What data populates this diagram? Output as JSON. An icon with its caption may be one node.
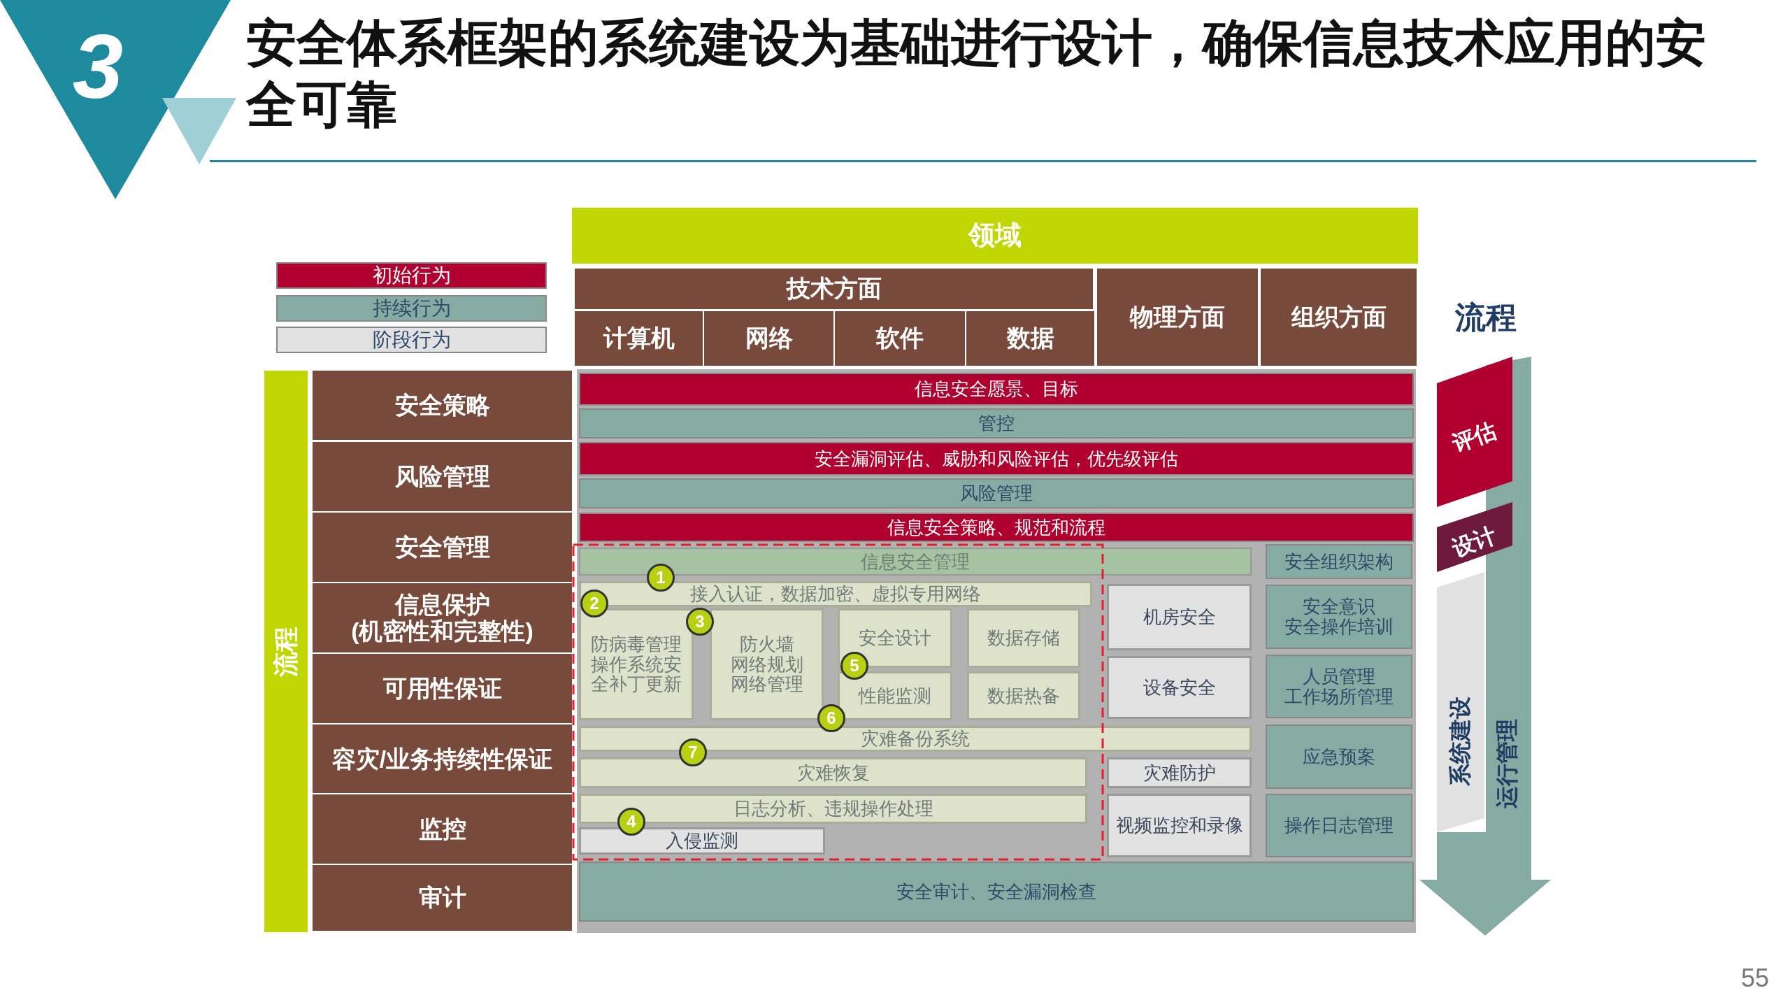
{
  "diagram": {
    "title": "安全体系框架的系统建设为基础进行设计，确保信息技术应用的安全可靠",
    "nodes": [
      {
        "text": [
          "领域"
        ]
      },
      {
        "text": [
          "技术方面"
        ]
      },
      {
        "text": [
          "物理方面"
        ]
      },
      {
        "text": [
          "组织方面"
        ]
      },
      {
        "text": [
          "计算机"
        ]
      },
      {
        "text": [
          "网络"
        ]
      },
      {
        "text": [
          "软件"
        ]
      },
      {
        "text": [
          "数据"
        ]
      },
      {
        "text": [
          "流程"
        ]
      },
      {
        "text": [
          "安全策略"
        ]
      },
      {
        "text": [
          "信息安全愿景、目标"
        ]
      },
      {
        "text": [
          "管控"
        ]
      },
      {
        "text": [
          "风险管理"
        ]
      },
      {
        "text": [
          "安全漏洞评估、威胁和风险评估，优先级评估"
        ]
      },
      {
        "text": [
          "风险管理"
        ]
      },
      {
        "text": [
          "安全管理"
        ]
      },
      {
        "text": [
          "信息安全策略、规范和流程"
        ]
      },
      {
        "text": [
          "信息安全管理"
        ]
      },
      {
        "text": [
          "安全组织架构"
        ]
      },
      {
        "text": [
          "1"
        ]
      },
      {
        "text": [
          "信息保护",
          "(机密性和完整性)"
        ]
      },
      {
        "text": [
          "2"
        ]
      },
      {
        "text": [
          "3"
        ]
      },
      {
        "text": [
          "接入认证，数据加密、虚拟专用网络"
        ]
      },
      {
        "text": [
          "机房安全"
        ]
      },
      {
        "text": [
          "安全意识",
          "安全操作培训"
        ]
      },
      {
        "text": [
          "防病毒管理",
          "操作系统安全补丁更新"
        ]
      },
      {
        "text": [
          "防火墙",
          "网络规划",
          "网络管理"
        ]
      },
      {
        "text": [
          "安全设计"
        ]
      },
      {
        "text": [
          "数据存储"
        ]
      },
      {
        "text": [
          "5"
        ]
      },
      {
        "text": [
          "可用性保证"
        ]
      },
      {
        "text": [
          "设备安全"
        ]
      },
      {
        "text": [
          "人员管理",
          "工作场所管理"
        ]
      },
      {
        "text": [
          "性能监测"
        ]
      },
      {
        "text": [
          "数据热备"
        ]
      },
      {
        "text": [
          "6"
        ]
      },
      {
        "text": [
          "容灾/业务持续性保证"
        ]
      },
      {
        "text": [
          "灾难备份系统"
        ]
      },
      {
        "text": [
          "应急预案"
        ]
      },
      {
        "text": [
          "7"
        ]
      },
      {
        "text": [
          "灾难恢复"
        ]
      },
      {
        "text": [
          "灾难防护"
        ]
      },
      {
        "text": [
          "监控"
        ]
      },
      {
        "text": [
          "日志分析、违规操作处理"
        ]
      },
      {
        "text": [
          "视频监控和录像"
        ]
      },
      {
        "text": [
          "操作日志管理"
        ]
      },
      {
        "text": [
          "4"
        ]
      },
      {
        "text": [
          "入侵监测"
        ]
      },
      {
        "text": [
          "审计"
        ]
      },
      {
        "text": [
          "安全审计、安全漏洞检查"
        ]
      },
      {
        "text": [
          "评估"
        ]
      },
      {
        "text": [
          "设计"
        ]
      },
      {
        "text": [
          "系统建设"
        ]
      },
      {
        "text": [
          "运行管理"
        ]
      }
    ],
    "labels": [
      "3",
      "流程",
      "55"
    ],
    "legend": [
      {
        "text": "初始行为",
        "color": "#b0002f"
      },
      {
        "text": "持续行为",
        "color": "#86aba2"
      },
      {
        "text": "阶段行为",
        "color": "#e1e1e1"
      }
    ]
  }
}
